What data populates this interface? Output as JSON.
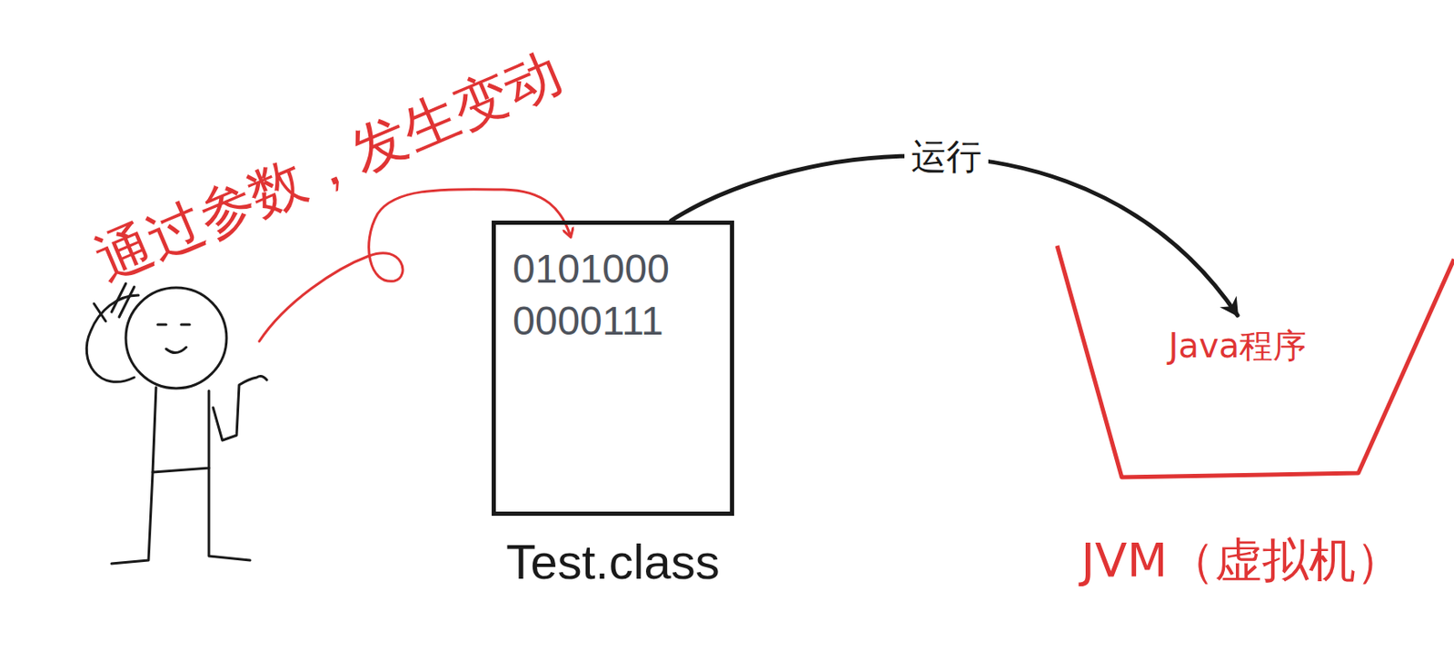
{
  "diagram": {
    "nodes": [
      {
        "text": [
          "0101000 0000111",
          "Test.class"
        ]
      },
      {
        "text": [
          "Java程序",
          "JVM（虚拟机）"
        ]
      }
    ],
    "edges": [
      {
        "from": 0,
        "to": 1,
        "arrow": "to",
        "label": "运行"
      }
    ],
    "labels": [
      "通过参数，发生变动"
    ]
  }
}
